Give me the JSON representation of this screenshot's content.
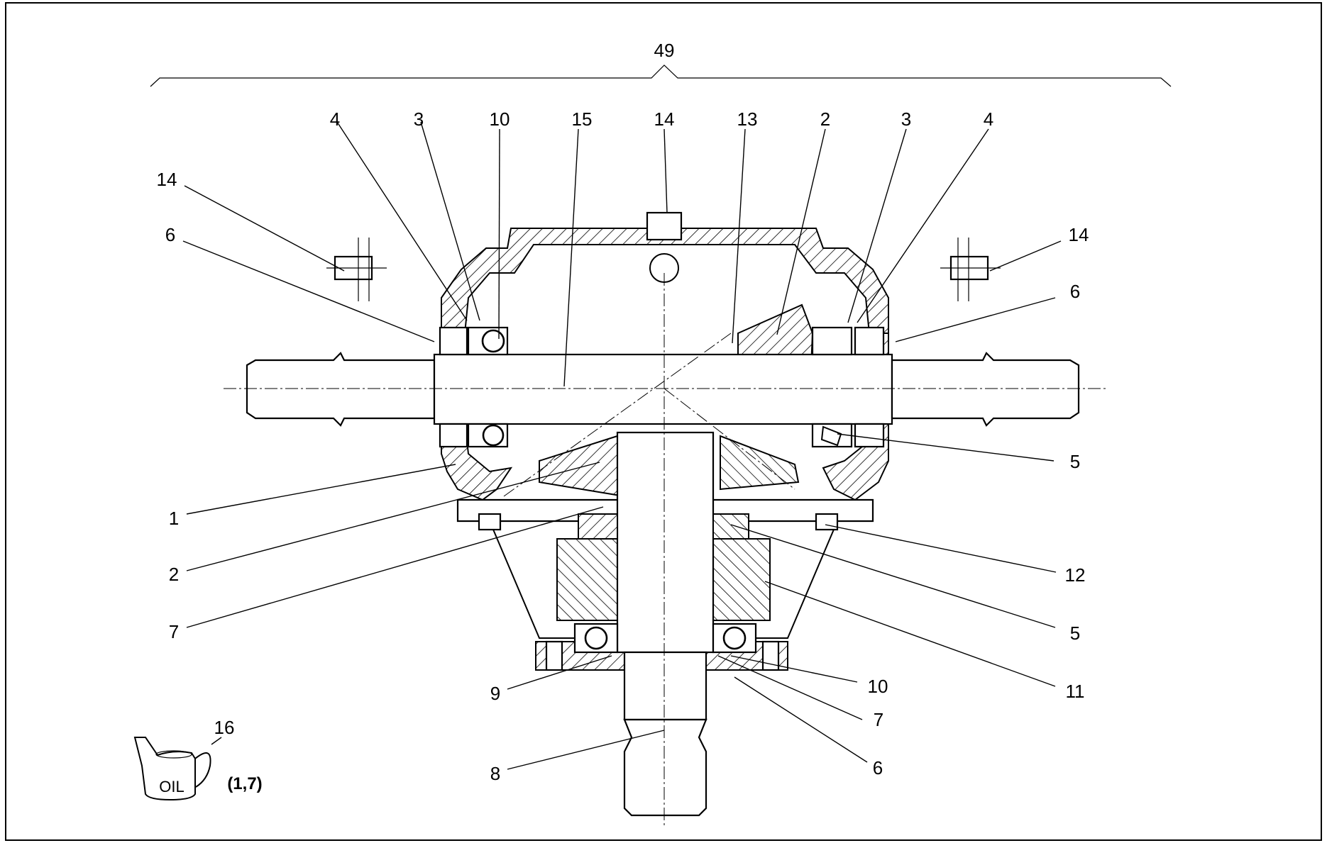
{
  "assembly_number": "49",
  "callouts": [
    {
      "id": "c-4-top-left",
      "label": "4"
    },
    {
      "id": "c-3-top-left",
      "label": "3"
    },
    {
      "id": "c-10-top",
      "label": "10"
    },
    {
      "id": "c-15-top",
      "label": "15"
    },
    {
      "id": "c-14-top",
      "label": "14"
    },
    {
      "id": "c-13-top",
      "label": "13"
    },
    {
      "id": "c-2-top",
      "label": "2"
    },
    {
      "id": "c-3-top-right",
      "label": "3"
    },
    {
      "id": "c-4-top-right",
      "label": "4"
    },
    {
      "id": "c-14-left",
      "label": "14"
    },
    {
      "id": "c-6-left",
      "label": "6"
    },
    {
      "id": "c-14-right",
      "label": "14"
    },
    {
      "id": "c-6-right",
      "label": "6"
    },
    {
      "id": "c-5-right-upper",
      "label": "5"
    },
    {
      "id": "c-1-left",
      "label": "1"
    },
    {
      "id": "c-2-left",
      "label": "2"
    },
    {
      "id": "c-7-left",
      "label": "7"
    },
    {
      "id": "c-12-right",
      "label": "12"
    },
    {
      "id": "c-5-right-lower",
      "label": "5"
    },
    {
      "id": "c-11-right",
      "label": "11"
    },
    {
      "id": "c-10-bottom-right",
      "label": "10"
    },
    {
      "id": "c-7-bottom-right",
      "label": "7"
    },
    {
      "id": "c-9-bottom-left",
      "label": "9"
    },
    {
      "id": "c-6-bottom",
      "label": "6"
    },
    {
      "id": "c-8-bottom",
      "label": "8"
    },
    {
      "id": "c-16-oil",
      "label": "16"
    }
  ],
  "oil_can": {
    "label": "OIL",
    "note": "(1,7)"
  },
  "icons": {
    "oil_can": "oil-can-icon"
  }
}
